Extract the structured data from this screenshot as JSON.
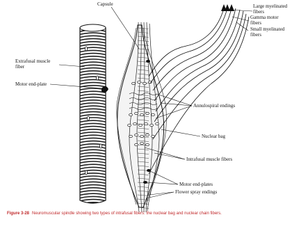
{
  "diagram": {
    "labels": {
      "capsule": "Capsule",
      "large_myelinated": "Large myelinated\nfibers",
      "gamma_motor": "Gamma motor\nfibers",
      "small_myelinated": "Small myelinated\nfibers",
      "extrafusal": "Extrafusal muscle\nfiber",
      "motor_endplate": "Motor end-plate",
      "annulospiral": "Annulospiral endings",
      "nuclear_bag": "Nuclear bag",
      "intrafusal": "Intrafusal muscle fibers",
      "motor_endplates": "Motor end-plates",
      "flower_spray": "Flower spray endings"
    },
    "caption": {
      "figure": "Figure 3-28",
      "text": "Neuromuscular spindle showing two types of intrafusal fibers: the nuclear bag and nuclear chain fibers."
    },
    "colors": {
      "ink": "#111111",
      "caption": "#c0282a",
      "background": "#ffffff"
    }
  }
}
